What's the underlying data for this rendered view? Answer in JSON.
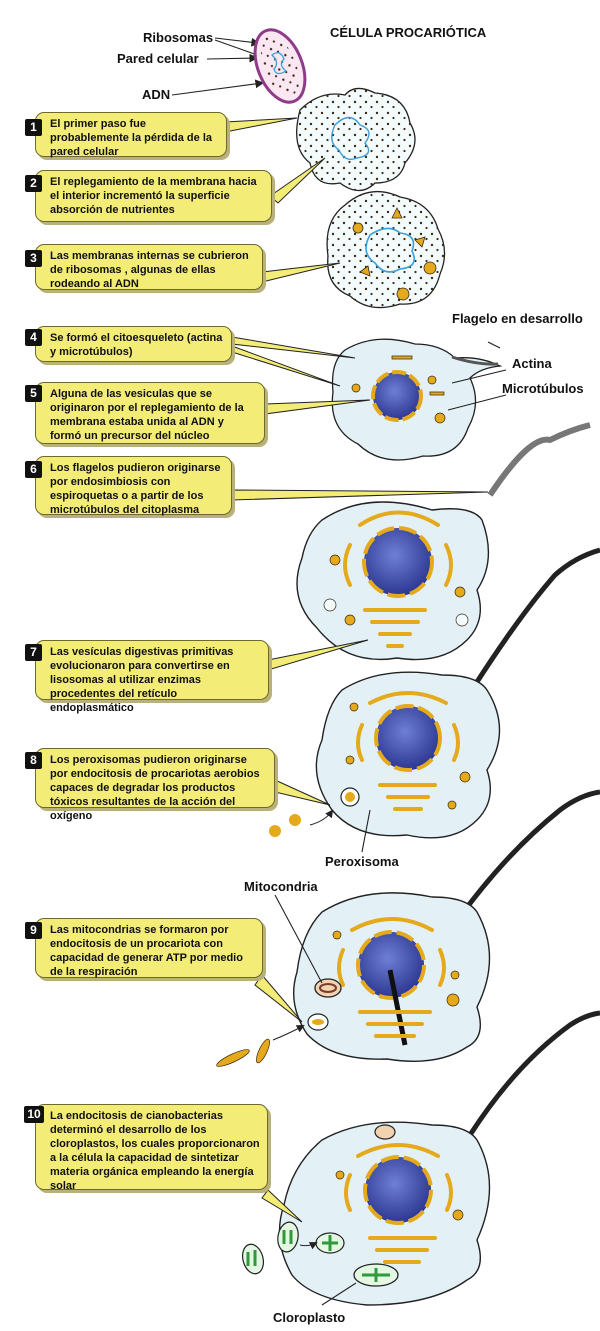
{
  "title": "CÉLULA PROCARIÓTICA",
  "labels": {
    "ribosomas": "Ribosomas",
    "pared_celular": "Pared celular",
    "adn": "ADN",
    "flagelo": "Flagelo en desarrollo",
    "actina": "Actina",
    "microtubulos": "Microtúbulos",
    "peroxisoma": "Peroxisoma",
    "mitocondria": "Mitocondria",
    "cloroplasto": "Cloroplasto"
  },
  "steps": [
    {
      "num": "1",
      "text": "El primer paso fue probablemente la pérdida de la pared celular"
    },
    {
      "num": "2",
      "text": "El replegamiento de la membrana hacia el interior incrementó la superficie absorción de nutrientes"
    },
    {
      "num": "3",
      "text": "Las membranas internas se cubrieron de ribosomas , algunas de ellas rodeando al ADN"
    },
    {
      "num": "4",
      "text": "Se formó el citoesqueleto (actina y microtúbulos)"
    },
    {
      "num": "5",
      "text": "Alguna de las vesiculas que se originaron por el replegamiento de la membrana estaba unida al ADN y formó un precursor del núcleo"
    },
    {
      "num": "6",
      "text": "Los flagelos pudieron originarse por endosimbiosis con espiroquetas o a partir de los microtúbulos del citoplasma"
    },
    {
      "num": "7",
      "text": "Las vesículas digestivas primitivas evolucionaron para convertirse en lisosomas al utilizar enzimas procedentes del retículo endoplasmático"
    },
    {
      "num": "8",
      "text": "Los peroxisomas pudieron originarse por endocitosis de procariotas aerobios capaces de degradar los productos tóxicos resultantes de la acción del oxígeno"
    },
    {
      "num": "9",
      "text": "Las mitocondrias se formaron por endocitosis de un procariota con capacidad de generar ATP por medio de la respiración"
    },
    {
      "num": "10",
      "text": "La endocitosis de cianobacterias determinó el desarrollo de los cloroplastos, los cuales proporcionaron a la célula la capacidad de sintetizar materia orgánica empleando la energía solar"
    }
  ],
  "colors": {
    "callout": "#f3ec77",
    "cytoplasm": "#e3f1f7",
    "organelle": "#e5a91c",
    "nucleus": "#3b48a8",
    "dna": "#3aa0d8",
    "cell_wall": "#8e3b88",
    "chloroplast": "#2f9a3a"
  },
  "icons": [
    "pointer-arrow-icon"
  ]
}
